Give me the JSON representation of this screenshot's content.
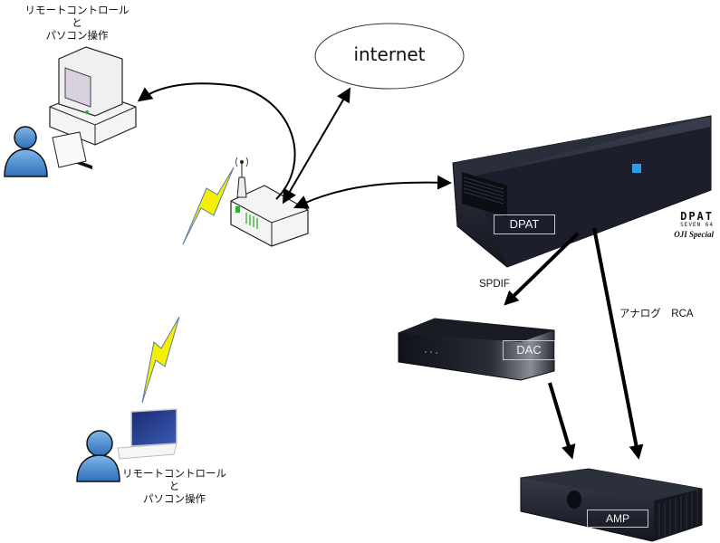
{
  "diagram": {
    "nodes": {
      "internet": {
        "label": "internet"
      },
      "desktop_pc": {
        "caption_line1": "リモートコントロール",
        "caption_line2": "と",
        "caption_line3": "パソコン操作"
      },
      "laptop": {
        "caption_line1": "リモートコントロール",
        "caption_line2": "と",
        "caption_line3": "パソコン操作"
      },
      "router": {
        "label": ""
      },
      "dpat": {
        "label": "DPAT",
        "brand_logo": "DPAT",
        "brand_sub": "SEVEN 64",
        "brand_special": "OJI Special"
      },
      "dac": {
        "label": "DAC"
      },
      "amp": {
        "label": "AMP"
      }
    },
    "edges": [
      {
        "from": "router",
        "to": "desktop_pc",
        "label": "",
        "style": "curved-arrow"
      },
      {
        "from": "router",
        "to": "internet",
        "label": "",
        "style": "double-arrow"
      },
      {
        "from": "router",
        "to": "dpat",
        "label": "",
        "style": "double-arrow"
      },
      {
        "from": "router",
        "to": "laptop",
        "label": "",
        "style": "wireless"
      },
      {
        "from": "dpat",
        "to": "dac",
        "label": "SPDIF",
        "style": "thick-arrow"
      },
      {
        "from": "dpat",
        "to": "amp",
        "label": "アナログ　RCA",
        "style": "thick-arrow"
      },
      {
        "from": "dac",
        "to": "amp",
        "label": "",
        "style": "thick-arrow"
      }
    ]
  },
  "colors": {
    "device_body": "#1c1f2b",
    "lightning": "#f5f000",
    "person": "#4a8fd4",
    "power_button": "#2e9be8"
  }
}
